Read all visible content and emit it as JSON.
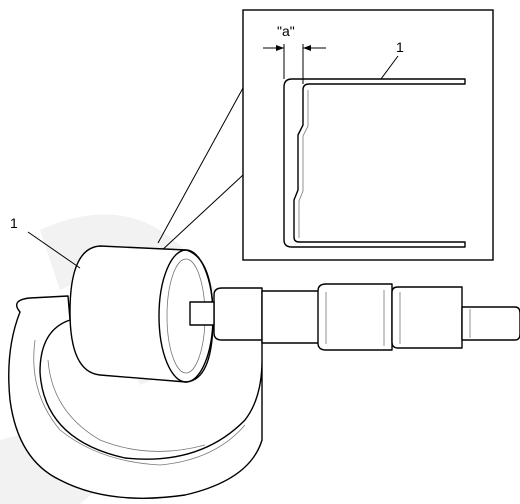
{
  "callouts": {
    "part_number_inset": "1",
    "part_number_main": "1",
    "dimension_label": "\"a\""
  },
  "colors": {
    "ink": "#000000",
    "background": "#ffffff",
    "watermark": "#f2f2f2"
  }
}
